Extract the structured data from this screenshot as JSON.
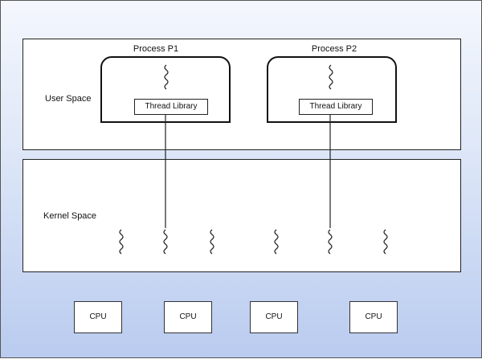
{
  "user_space": {
    "label": "User Space"
  },
  "kernel_space": {
    "label": "Kernel Space"
  },
  "processes": [
    {
      "title": "Process P1",
      "library": "Thread Library"
    },
    {
      "title": "Process P2",
      "library": "Thread Library"
    }
  ],
  "cpus": [
    "CPU",
    "CPU",
    "CPU",
    "CPU"
  ],
  "colors": {
    "background_top": "#f4f7fd",
    "background_bottom": "#b9cbef",
    "stroke": "#222222"
  }
}
